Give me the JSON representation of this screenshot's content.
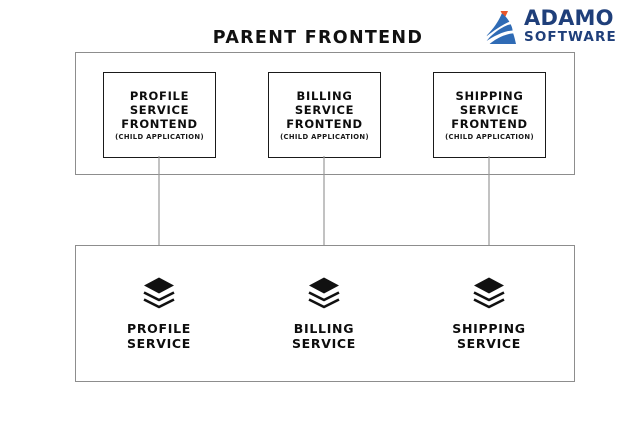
{
  "diagram": {
    "title": "PARENT FRONTEND",
    "brand": {
      "name_line1": "ADAMO",
      "name_line2": "SOFTWARE",
      "mark_icon": "adamo-swoosh-logo-icon",
      "color_blue": "#1f3f7a",
      "color_swoosh": "#2f6bb5",
      "color_accent": "#e8562a"
    },
    "parent_container": {
      "label": "PARENT FRONTEND",
      "border_color": "#8d8d8d",
      "children": [
        {
          "id": "profile",
          "line1": "PROFILE",
          "line2": "SERVICE",
          "line3": "FRONTEND",
          "subtitle": "(CHILD APPLICATION)"
        },
        {
          "id": "billing",
          "line1": "BILLING",
          "line2": "SERVICE",
          "line3": "FRONTEND",
          "subtitle": "(CHILD APPLICATION)"
        },
        {
          "id": "shipping",
          "line1": "SHIPPING",
          "line2": "SERVICE",
          "line3": "FRONTEND",
          "subtitle": "(CHILD APPLICATION)"
        }
      ]
    },
    "services_container": {
      "border_color": "#8d8d8d",
      "services": [
        {
          "id": "profile",
          "icon": "stacked-layers-icon",
          "line1": "PROFILE",
          "line2": "SERVICE"
        },
        {
          "id": "billing",
          "icon": "stacked-layers-icon",
          "line1": "BILLING",
          "line2": "SERVICE"
        },
        {
          "id": "shipping",
          "icon": "stacked-layers-icon",
          "line1": "SHIPPING",
          "line2": "SERVICE"
        }
      ]
    },
    "connectors": [
      {
        "from": "profile-frontend",
        "to": "profile-service",
        "style": "vertical-arrow-down",
        "color": "#9a9a9a"
      },
      {
        "from": "billing-frontend",
        "to": "billing-service",
        "style": "vertical-arrow-down",
        "color": "#9a9a9a"
      },
      {
        "from": "shipping-frontend",
        "to": "shipping-service",
        "style": "vertical-arrow-down",
        "color": "#9a9a9a"
      }
    ]
  }
}
